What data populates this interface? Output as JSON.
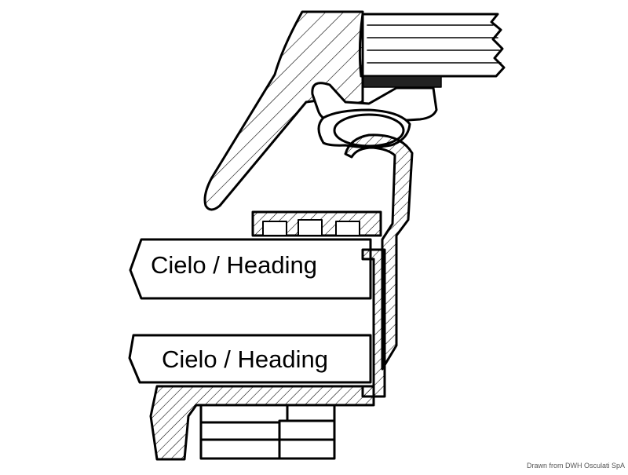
{
  "diagram": {
    "labels": {
      "upper_panel": "Cielo / Heading",
      "lower_panel": "Cielo / Heading"
    },
    "credit": "Drawn from DWH Osculati SpA"
  },
  "colors": {
    "stroke": "#000000",
    "fill": "#ffffff",
    "credit_text": "#555555"
  }
}
